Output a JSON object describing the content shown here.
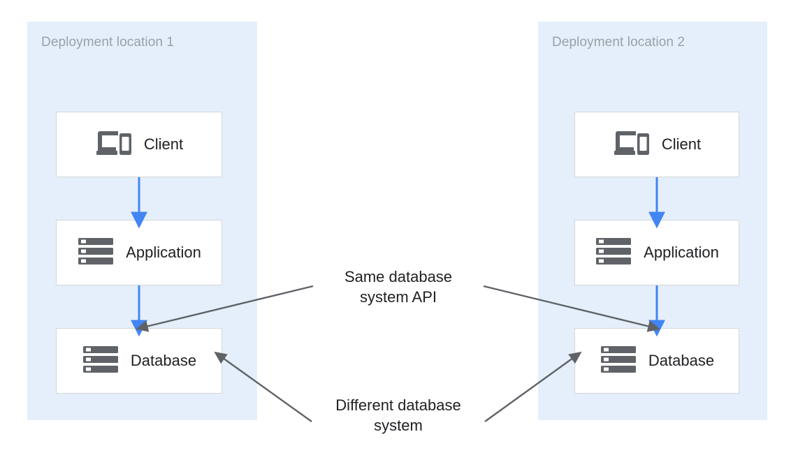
{
  "diagram": {
    "title_visible": false,
    "colors": {
      "region_background": "#e5effb",
      "region_label_text": "#9aa0a6",
      "node_background": "#ffffff",
      "node_border": "#d4d6d9",
      "node_text": "#202124",
      "flow_arrow": "#4285f4",
      "annotation_arrow": "#5f6368",
      "icon": "#5f6368",
      "page_background": "#ffffff"
    },
    "regions": [
      {
        "id": "deployment-location-1",
        "label": "Deployment location 1",
        "nodes": [
          {
            "id": "client-1",
            "label": "Client",
            "icon": "devices-icon"
          },
          {
            "id": "application-1",
            "label": "Application",
            "icon": "server-rack-icon"
          },
          {
            "id": "database-1",
            "label": "Database",
            "icon": "server-rack-icon"
          }
        ]
      },
      {
        "id": "deployment-location-2",
        "label": "Deployment location 2",
        "nodes": [
          {
            "id": "client-2",
            "label": "Client",
            "icon": "devices-icon"
          },
          {
            "id": "application-2",
            "label": "Application",
            "icon": "server-rack-icon"
          },
          {
            "id": "database-2",
            "label": "Database",
            "icon": "server-rack-icon"
          }
        ]
      }
    ],
    "flows": [
      {
        "from": "client-1",
        "to": "application-1",
        "color": "#4285f4"
      },
      {
        "from": "application-1",
        "to": "database-1",
        "color": "#4285f4"
      },
      {
        "from": "client-2",
        "to": "application-2",
        "color": "#4285f4"
      },
      {
        "from": "application-2",
        "to": "database-2",
        "color": "#4285f4"
      }
    ],
    "annotations": [
      {
        "id": "same-database-system-api",
        "text": "Same database\nsystem API",
        "targets": [
          "database-1",
          "database-2"
        ]
      },
      {
        "id": "different-database-system",
        "text": "Different database\nsystem",
        "targets": [
          "database-1",
          "database-2"
        ]
      }
    ]
  }
}
